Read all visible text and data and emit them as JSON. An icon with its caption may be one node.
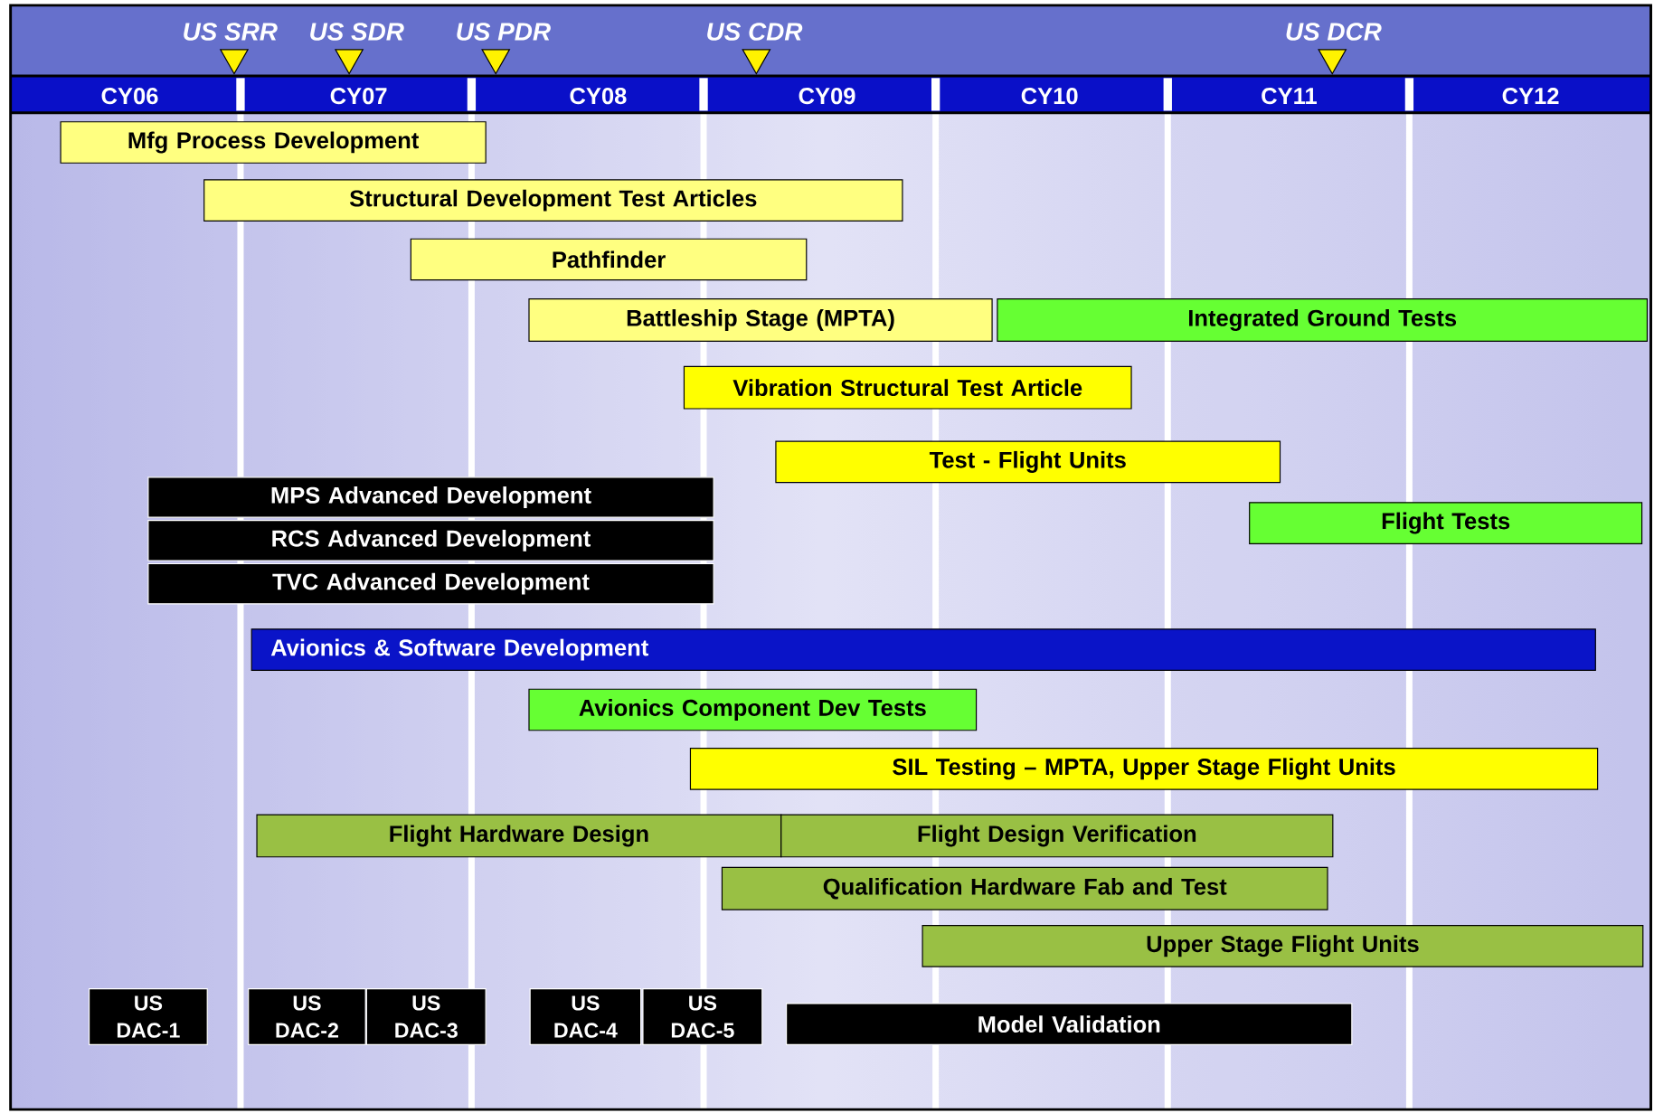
{
  "diagram": {
    "nodes": [
      {
        "text": [
          "Mfg Process Development"
        ]
      },
      {
        "text": [
          "Structural Development Test Articles"
        ]
      },
      {
        "text": [
          "Pathfinder"
        ]
      },
      {
        "text": [
          "Battleship Stage (MPTA)"
        ]
      },
      {
        "text": [
          "Integrated Ground Tests"
        ]
      },
      {
        "text": [
          "Vibration Structural Test Article"
        ]
      },
      {
        "text": [
          "Test - Flight Units"
        ]
      },
      {
        "text": [
          "MPS Advanced Development"
        ]
      },
      {
        "text": [
          "Flight Tests"
        ]
      },
      {
        "text": [
          "RCS Advanced Development"
        ]
      },
      {
        "text": [
          "TVC Advanced Development"
        ]
      },
      {
        "text": [
          "Avionics & Software Development"
        ]
      },
      {
        "text": [
          "Avionics Component Dev Tests"
        ]
      },
      {
        "text": [
          "SIL Testing – MPTA, Upper Stage Flight Units"
        ]
      },
      {
        "text": [
          "Flight Hardware Design"
        ]
      },
      {
        "text": [
          "Flight Design Verification"
        ]
      },
      {
        "text": [
          "Qualification Hardware Fab and Test"
        ]
      },
      {
        "text": [
          "Upper Stage Flight Units"
        ]
      },
      {
        "text": [
          "US DAC-1"
        ]
      },
      {
        "text": [
          "US DAC-2"
        ]
      },
      {
        "text": [
          "US DAC-3"
        ]
      },
      {
        "text": [
          "US DAC-4"
        ]
      },
      {
        "text": [
          "US DAC-5"
        ]
      },
      {
        "text": [
          "Model Validation"
        ]
      }
    ],
    "labels": [
      "US SRR",
      "US SDR",
      "US PDR",
      "US CDR",
      "US DCR",
      "CY06",
      "CY07",
      "CY08",
      "CY09",
      "CY10",
      "CY11",
      "CY12"
    ]
  }
}
